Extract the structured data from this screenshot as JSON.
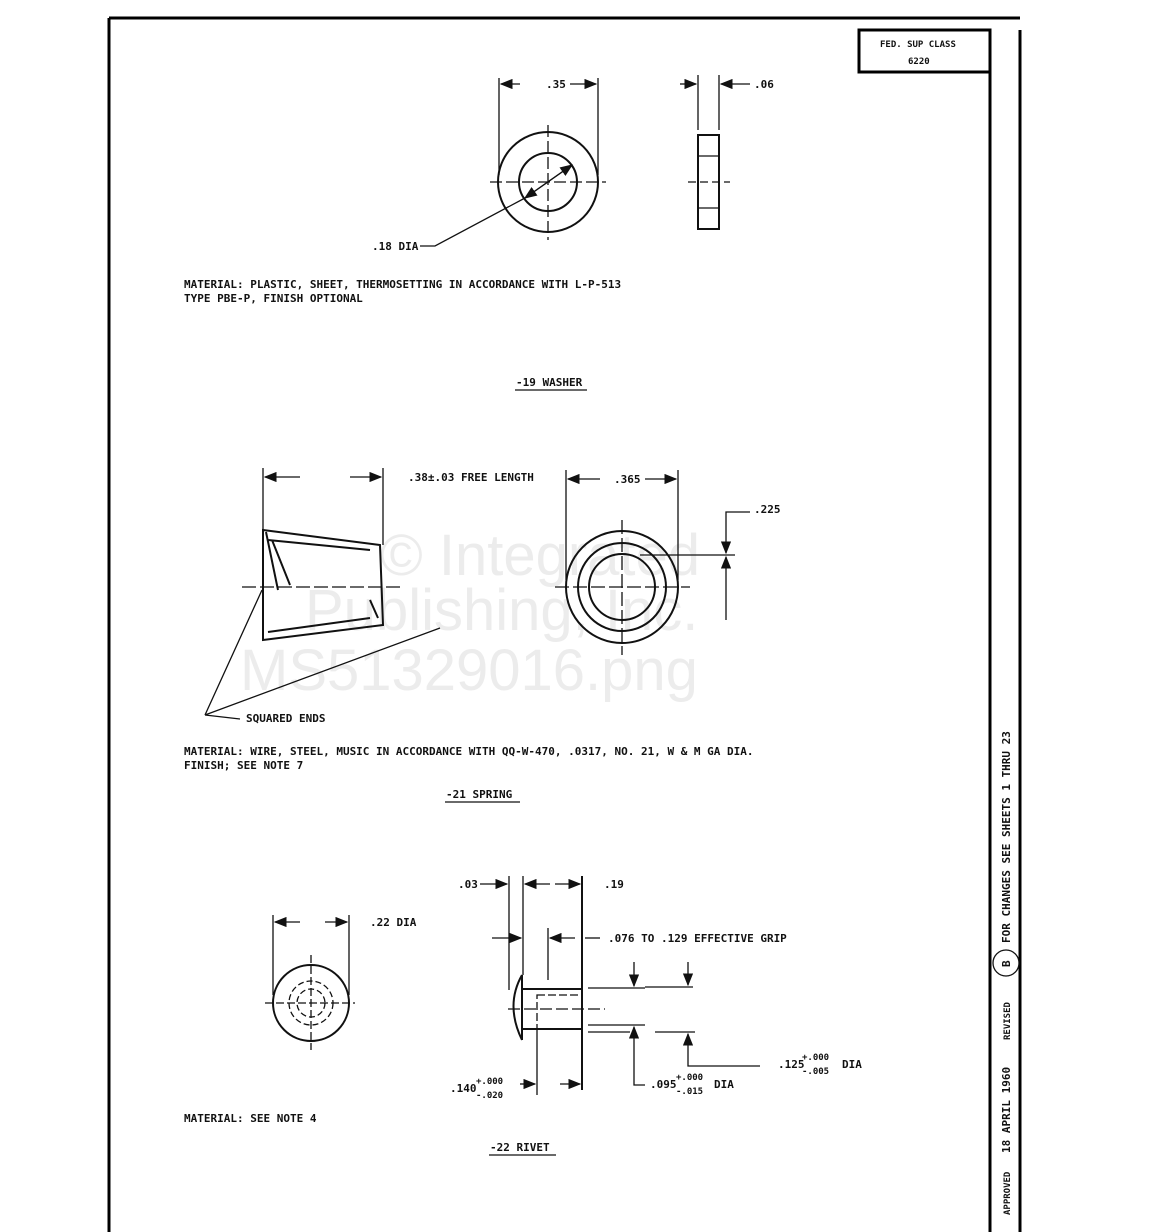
{
  "title_block": {
    "label": "FED. SUP CLASS",
    "value": "6220"
  },
  "side_strip": {
    "approved": "APPROVED",
    "date": "18 APRIL 1960",
    "revised": "REVISED",
    "revision": "B",
    "changes": "FOR CHANGES SEE SHEETS 1 THRU 23"
  },
  "watermark": {
    "line1": "© Integrated",
    "line2": "Publishing, Inc.",
    "line3": "MS51329016.png"
  },
  "washer": {
    "dim_od": ".35",
    "dim_thk": ".06",
    "dim_id": ".18 DIA",
    "material_1": "MATERIAL:  PLASTIC, SHEET, THERMOSETTING IN ACCORDANCE WITH L-P-513",
    "material_2": "TYPE PBE-P, FINISH OPTIONAL",
    "caption": "-19 WASHER"
  },
  "spring": {
    "dim_length": ".38±.03 FREE LENGTH",
    "dim_width": ".365",
    "dim_height": ".225",
    "squared_ends": "SQUARED ENDS",
    "material_1": "MATERIAL:  WIRE, STEEL, MUSIC IN ACCORDANCE WITH QQ-W-470, .0317, NO. 21, W & M GA DIA.",
    "material_2": "FINISH;  SEE NOTE 7",
    "caption": "-21 SPRING"
  },
  "rivet": {
    "dim_head_dia": ".22 DIA",
    "dim_head": ".03",
    "dim_len": ".19",
    "dim_grip": ".076 TO .129 EFFECTIVE GRIP",
    "dim_140": ".140",
    "tol_140_plus": "+.000",
    "tol_140_minus": "-.020",
    "dim_095": ".095",
    "tol_095_plus": "+.000",
    "tol_095_minus": "-.015",
    "dia_095": "DIA",
    "dim_125": ".125",
    "tol_125_plus": "+.000",
    "tol_125_minus": "-.005",
    "dia_125": "DIA",
    "material": "MATERIAL:  SEE NOTE 4",
    "caption": "-22 RIVET"
  }
}
